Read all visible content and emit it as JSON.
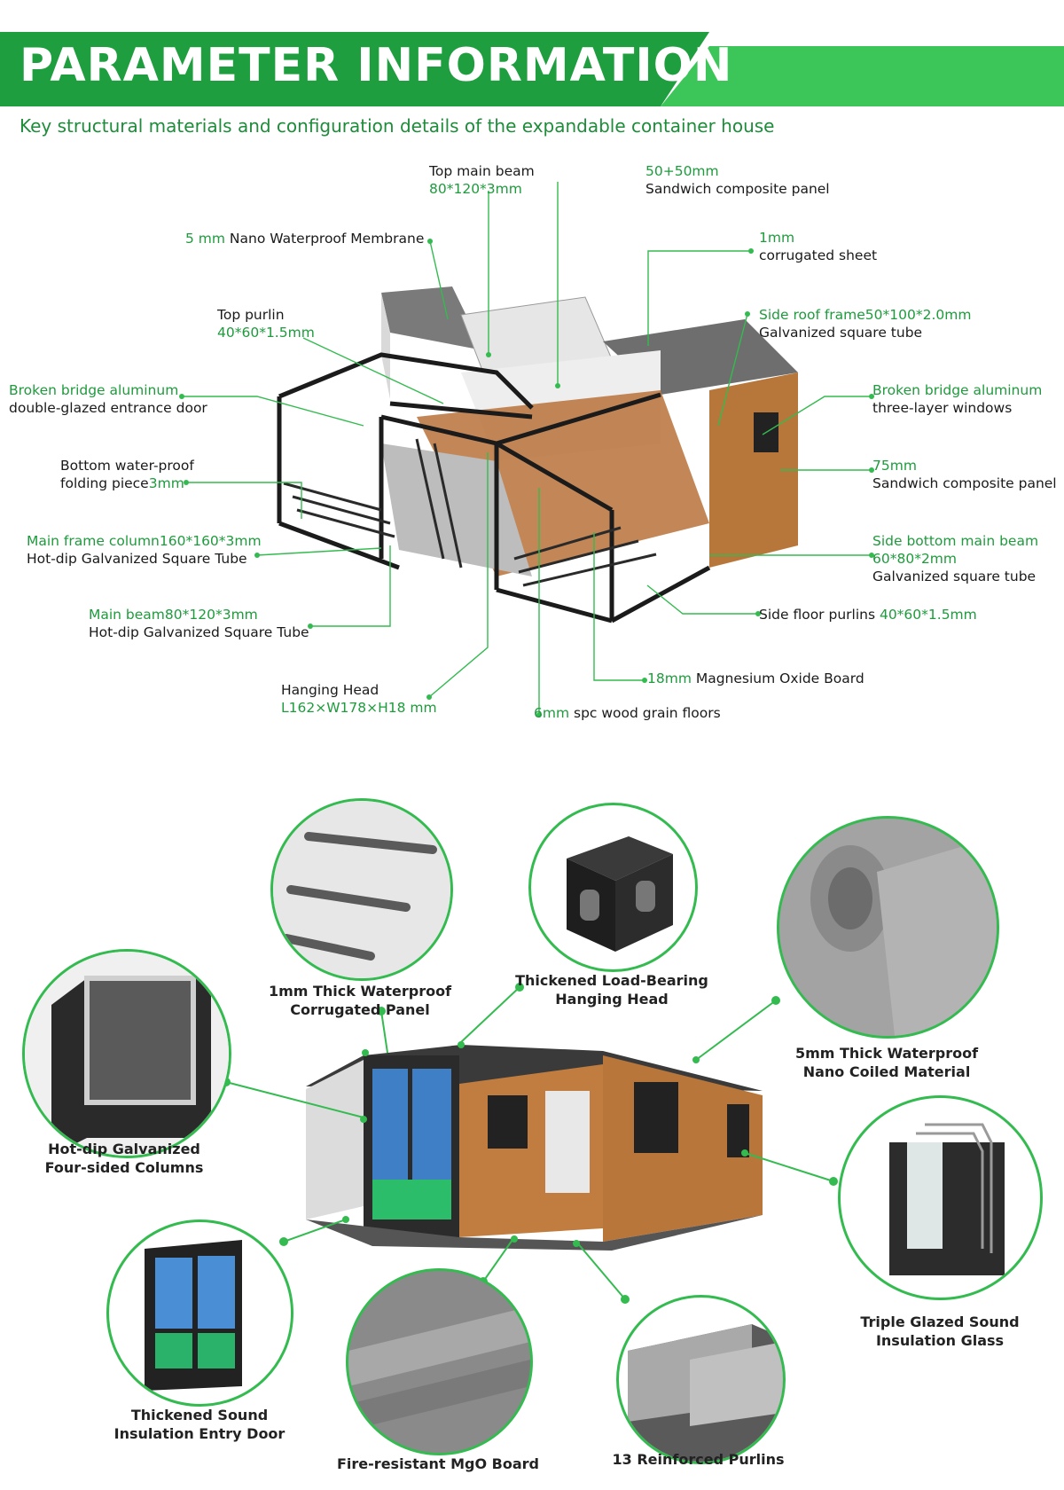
{
  "header": {
    "title": "PARAMETER INFORMATION",
    "subtitle": "Key structural materials and configuration details of the expandable container house"
  },
  "top_labels": {
    "top_main_beam": {
      "name": "Top main beam",
      "spec": "80*120*3mm"
    },
    "sandwich_top": {
      "spec": "50+50mm",
      "name": "Sandwich composite panel"
    },
    "membrane": {
      "spec": "5 mm",
      "name": " Nano Waterproof Membrane"
    },
    "corrugated": {
      "spec": "1mm",
      "name": "corrugated sheet"
    },
    "top_purlin": {
      "name": "Top purlin",
      "spec": "40*60*1.5mm"
    },
    "side_roof": {
      "spec": "Side roof frame50*100*2.0mm",
      "name": "Galvanized square tube"
    },
    "entrance_door": {
      "spec": "Broken bridge aluminum",
      "name": "double-glazed entrance door"
    },
    "windows": {
      "spec": "Broken bridge aluminum",
      "name": "three-layer windows"
    },
    "folding_piece": {
      "name": "Bottom water-proof",
      "name2": "folding piece",
      "spec": "3mm"
    },
    "sandwich_side": {
      "spec": "75mm",
      "name": "Sandwich composite panel"
    },
    "frame_column": {
      "spec": "Main frame column160*160*3mm",
      "name": "Hot-dip Galvanized Square Tube"
    },
    "side_bottom_beam": {
      "spec": "Side bottom main beam",
      "spec2": "60*80*2mm",
      "name": "Galvanized square tube"
    },
    "main_beam": {
      "spec": "Main beam80*120*3mm",
      "name": "Hot-dip Galvanized Square Tube"
    },
    "floor_purlins": {
      "name": "Side floor purlins ",
      "spec": "40*60*1.5mm"
    },
    "mgo_board": {
      "spec": "18mm",
      "name": " Magnesium Oxide Board"
    },
    "hanging_head": {
      "name": "Hanging Head",
      "spec": "L162×W178×H18 mm"
    },
    "spc_floor": {
      "spec": "6mm",
      "name": " spc wood grain floors"
    }
  },
  "features": {
    "corrugated_panel": {
      "line1": "1mm Thick Waterproof",
      "line2": "Corrugated Panel"
    },
    "hanging_head": {
      "line1": "Thickened Load-Bearing",
      "line2": "Hanging Head"
    },
    "nano_coil": {
      "line1": "5mm Thick Waterproof",
      "line2": "Nano Coiled Material"
    },
    "columns": {
      "line1": "Hot-dip Galvanized",
      "line2": "Four-sided Columns"
    },
    "glass": {
      "line1": "Triple Glazed Sound",
      "line2": "Insulation Glass"
    },
    "entry_door": {
      "line1": "Thickened Sound",
      "line2": "Insulation Entry Door"
    },
    "mgo": {
      "line1": "Fire-resistant MgO Board"
    },
    "purlins": {
      "line1": "13 Reinforced Purlins"
    }
  },
  "colors": {
    "accent": "#1e9b3c",
    "banner_green": "#1f9e3f",
    "banner_light": "#3cc65a"
  }
}
